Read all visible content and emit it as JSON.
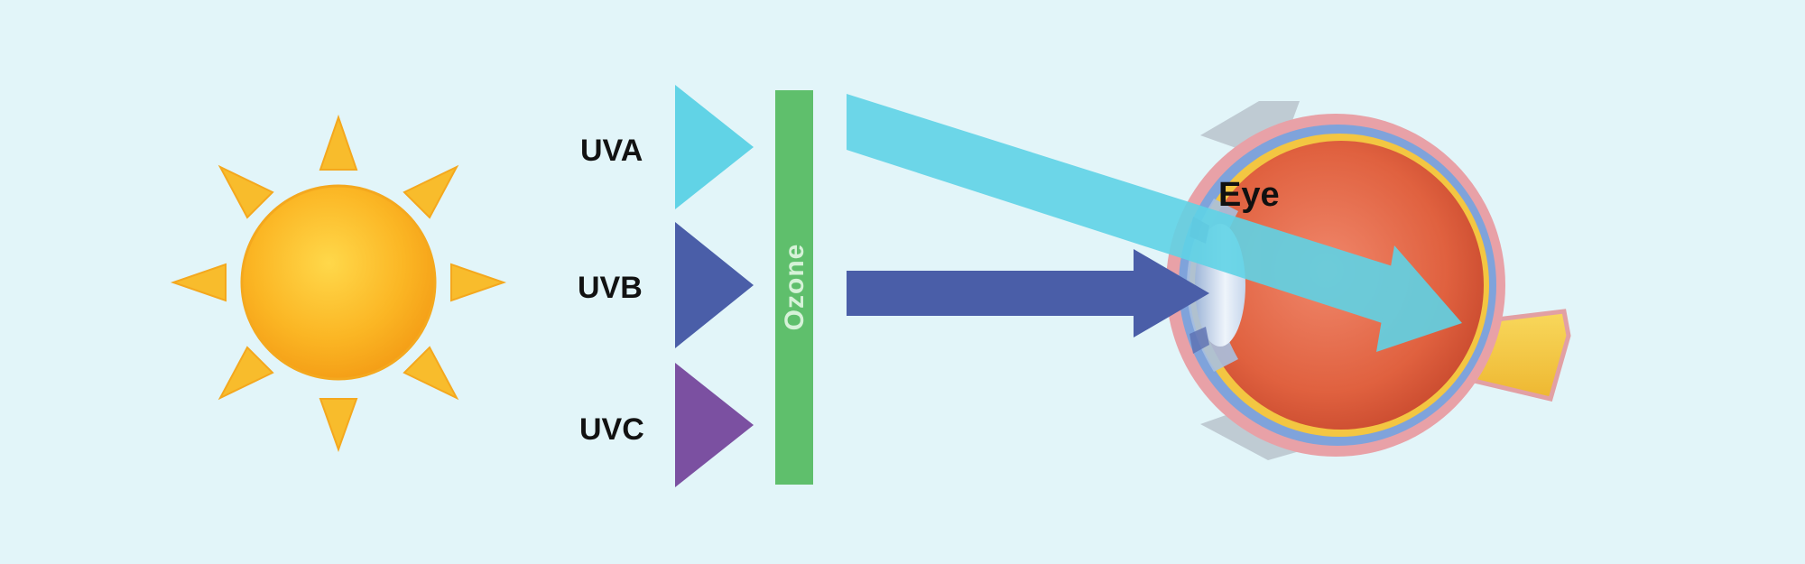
{
  "labels": {
    "uva": "UVA",
    "uvb": "UVB",
    "uvc": "UVC",
    "ozone": "Ozone",
    "eye": "Eye"
  },
  "colors": {
    "background": "#e2f5f9",
    "sun_core": "#f9b31c",
    "sun_ray": "#f7b82a",
    "uva": "#5fd3e6",
    "uvb": "#4a5ea8",
    "uvc": "#7a4fa0",
    "ozone": "#5fbf6c",
    "eye_ball": "#e2664a",
    "optic_nerve": "#f3c642"
  },
  "icons": {
    "sun": "sun-icon",
    "eye": "eye-cross-section-icon"
  }
}
